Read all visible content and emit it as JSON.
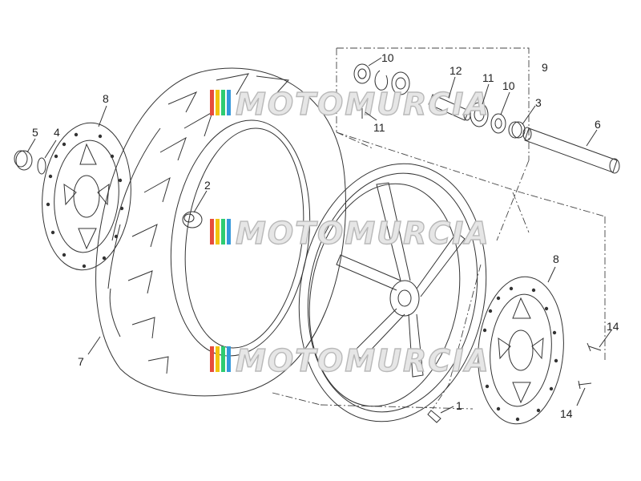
{
  "watermark": {
    "text": "MOTOMURCIA",
    "stripe_colors": [
      "#e74c3c",
      "#f1c40f",
      "#2ecc71",
      "#3498db"
    ]
  },
  "callouts": [
    {
      "id": "c1",
      "label": "1"
    },
    {
      "id": "c2",
      "label": "2"
    },
    {
      "id": "c3",
      "label": "3"
    },
    {
      "id": "c4",
      "label": "4"
    },
    {
      "id": "c5",
      "label": "5"
    },
    {
      "id": "c6",
      "label": "6"
    },
    {
      "id": "c7",
      "label": "7"
    },
    {
      "id": "c8a",
      "label": "8"
    },
    {
      "id": "c8b",
      "label": "8"
    },
    {
      "id": "c9",
      "label": "9"
    },
    {
      "id": "c10a",
      "label": "10"
    },
    {
      "id": "c10b",
      "label": "10"
    },
    {
      "id": "c11a",
      "label": "11"
    },
    {
      "id": "c11b",
      "label": "11"
    },
    {
      "id": "c12",
      "label": "12"
    },
    {
      "id": "c14a",
      "label": "14"
    },
    {
      "id": "c14b",
      "label": "14"
    }
  ]
}
